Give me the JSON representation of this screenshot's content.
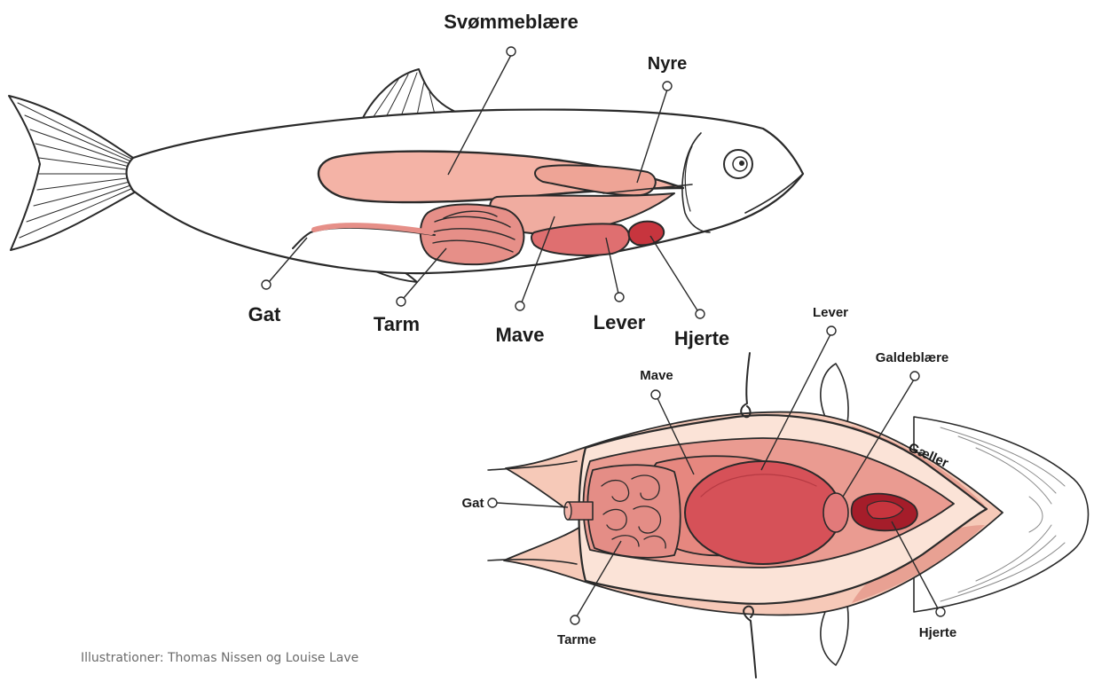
{
  "labels": {
    "side": {
      "swim_bladder": "Svømmeblære",
      "kidney": "Nyre",
      "anus": "Gat",
      "intestine": "Tarm",
      "stomach": "Mave",
      "liver": "Lever",
      "heart": "Hjerte"
    },
    "opened": {
      "liver": "Lever",
      "gall_bladder": "Galdeblære",
      "stomach": "Mave",
      "gills": "Gæller",
      "anus": "Gat",
      "intestines": "Tarme",
      "heart": "Hjerte"
    }
  },
  "credit": "Illustrationer: Thomas Nissen og Louise Lave",
  "colors": {
    "outline": "#2a2a2a",
    "fish_body": "#ffffff",
    "swim_bladder": "#f4b3a6",
    "kidney": "#eea496",
    "intestine": "#e68f88",
    "stomach": "#f0aca0",
    "liver": "#df6f70",
    "heart": "#c7353e",
    "flesh": "#f6c9b8",
    "cavity": "#ea9b91",
    "liver_open": "#d65158",
    "heart_open": "#a51d2a"
  }
}
